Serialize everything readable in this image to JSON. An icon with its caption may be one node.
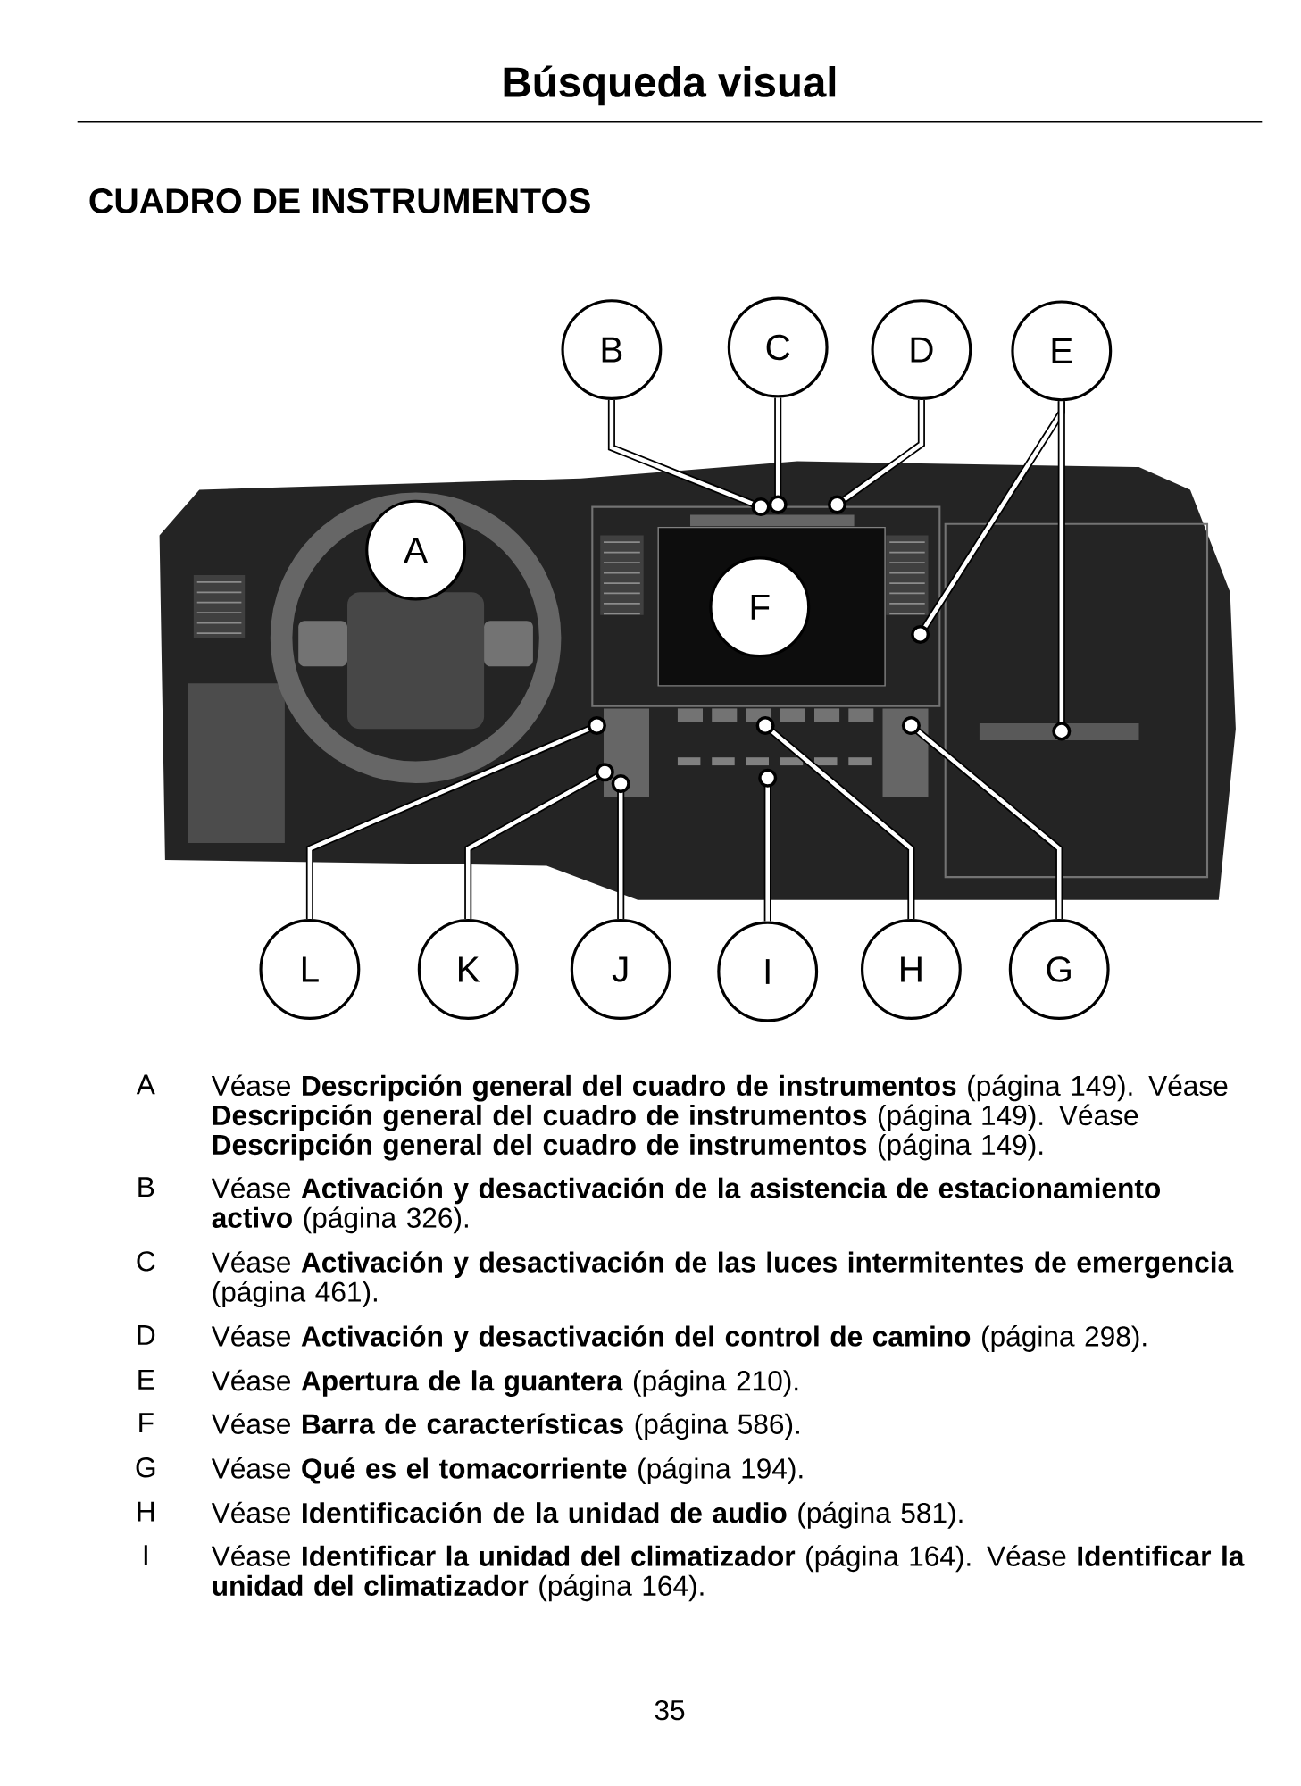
{
  "diagram": {
    "title": "Búsqueda visual",
    "nodes": [
      {
        "text": [
          "B"
        ]
      },
      {
        "text": [
          "C"
        ]
      },
      {
        "text": [
          "D"
        ]
      },
      {
        "text": [
          "E"
        ]
      },
      {
        "text": [
          "A"
        ]
      },
      {
        "text": [
          "F"
        ]
      },
      {
        "text": [
          "L"
        ]
      },
      {
        "text": [
          "K"
        ]
      },
      {
        "text": [
          "J"
        ]
      },
      {
        "text": [
          "I"
        ]
      },
      {
        "text": [
          "H"
        ]
      },
      {
        "text": [
          "G"
        ]
      }
    ],
    "edges": [
      {
        "from": 0,
        "to": null,
        "arrow": "other"
      },
      {
        "from": 1,
        "to": null,
        "arrow": "other"
      },
      {
        "from": 2,
        "to": null,
        "arrow": "other"
      },
      {
        "from": 3,
        "to": null,
        "arrow": "other"
      },
      {
        "from": 3,
        "to": null,
        "arrow": "other"
      },
      {
        "from": 6,
        "to": null,
        "arrow": "other"
      },
      {
        "from": 7,
        "to": null,
        "arrow": "other"
      },
      {
        "from": 8,
        "to": null,
        "arrow": "other"
      },
      {
        "from": 9,
        "to": null,
        "arrow": "other"
      },
      {
        "from": 10,
        "to": null,
        "arrow": "other"
      },
      {
        "from": 11,
        "to": null,
        "arrow": "other"
      }
    ],
    "labels": [
      "CUADRO DE INSTRUMENTOS",
      "A",
      "Véase **Descripción general del cuadro de instrumentos** (página 149). Véase **Descripción general del cuadro de instrumentos** (página 149). Véase **Descripción general del cuadro de instrumentos** (página 149).",
      "B",
      "Véase **Activación y desactivación de la asistencia de estacionamiento activo** (página 326).",
      "C",
      "Véase **Activación y desactivación de las luces intermitentes de emergencia** (página 461).",
      "D",
      "Véase **Activación y desactivación del control de camino** (página 298).",
      "E",
      "Véase **Apertura de la guantera** (página 210).",
      "F",
      "Véase **Barra de características** (página 586).",
      "G",
      "Véase **Qué es el tomacorriente** (página 194).",
      "H",
      "Véase **Identificación de la unidad de audio** (página 581).",
      "I",
      "Véase **Identificar la unidad del climatizador** (página 164). Véase **Identificar la unidad del climatizador** (página 164).",
      "35"
    ]
  }
}
